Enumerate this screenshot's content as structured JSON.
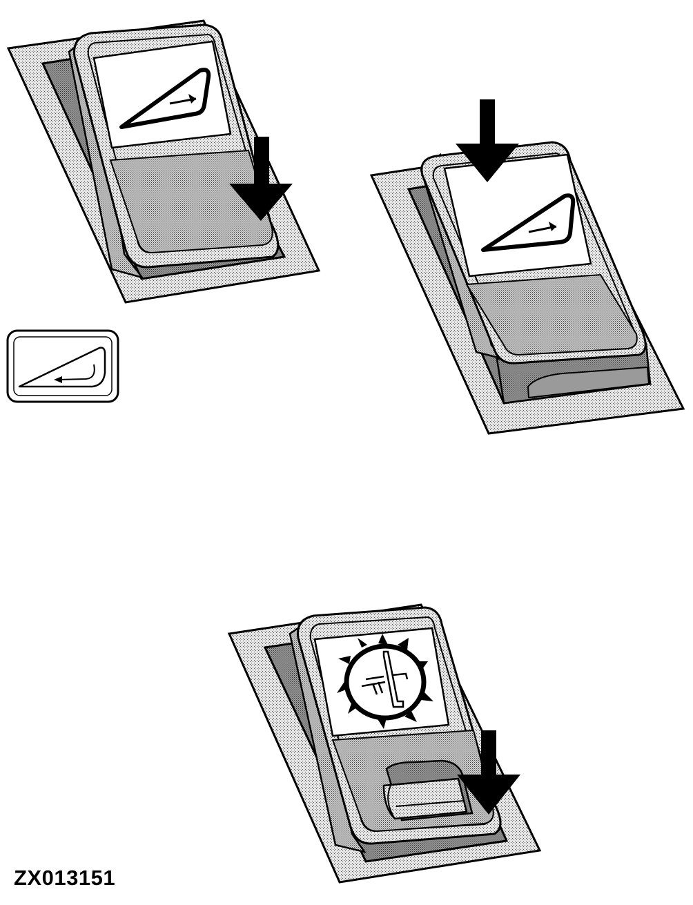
{
  "figure_id": "ZX013151",
  "switches": [
    {
      "name": "switch-top-left",
      "symbol": "ramp-arrow-icon",
      "press_direction": "down",
      "press_location": "lower-right"
    },
    {
      "name": "switch-top-right",
      "symbol": "ramp-arrow-icon",
      "press_direction": "down",
      "press_location": "top"
    },
    {
      "name": "switch-bottom",
      "symbol": "gear-axle-icon",
      "press_direction": "down",
      "press_location": "lower-right",
      "has_latch": true
    }
  ],
  "indicator_panel": {
    "symbol": "ramp-return-arrow-icon"
  },
  "colors": {
    "line": "#000000",
    "fill_light": "#e2e2e2",
    "fill_mid": "#c4c4c4",
    "fill_dark": "#8f8f8f",
    "face": "#ffffff"
  }
}
